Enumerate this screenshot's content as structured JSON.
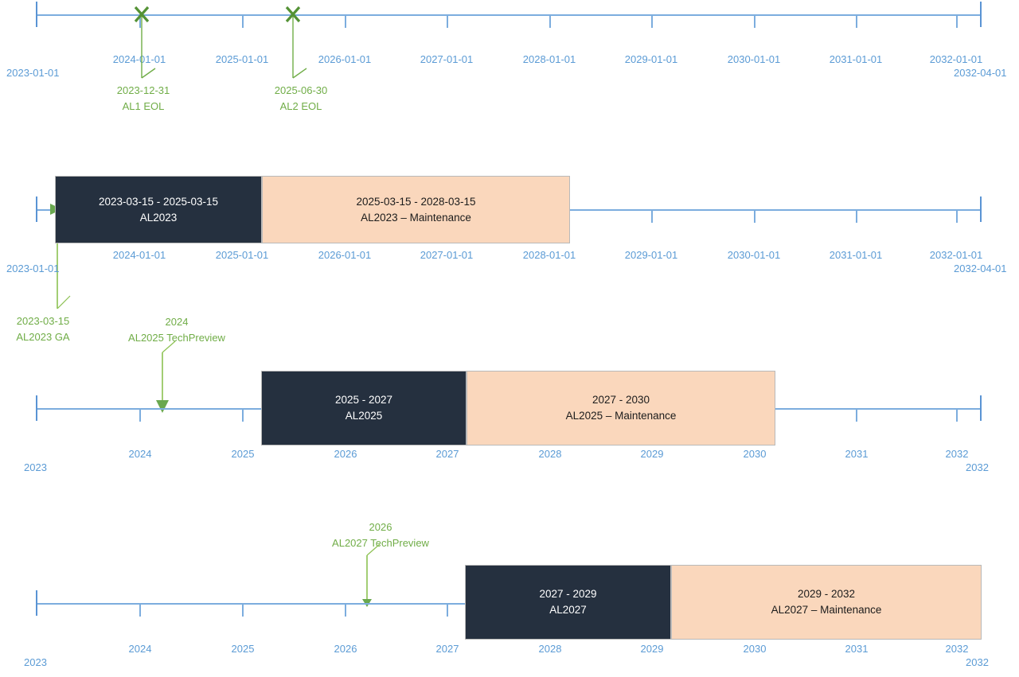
{
  "chart_data": {
    "type": "timeline",
    "title": "",
    "colors": {
      "axis": "#7cadde",
      "tick_label": "#5b9bd5",
      "active_bar": "#25303f",
      "maintenance_bar": "#fad7bc",
      "marker": "#70ad47",
      "background": "#ffffff"
    },
    "rows": [
      {
        "id": "row-al1-al2-eol",
        "axis_start_label": "2023-01-01",
        "axis_end_label": "2032-04-01",
        "tick_labels": [
          "2024-01-01",
          "2025-01-01",
          "2026-01-01",
          "2027-01-01",
          "2028-01-01",
          "2029-01-01",
          "2030-01-01",
          "2031-01-01",
          "2032-01-01"
        ],
        "bars": [],
        "markers": [
          {
            "glyph": "x",
            "date": "2023-12-31",
            "label": "AL1 EOL"
          },
          {
            "glyph": "x",
            "date": "2025-06-30",
            "label": "AL2 EOL"
          }
        ]
      },
      {
        "id": "row-al2023",
        "axis_start_label": "2023-01-01",
        "axis_end_label": "2032-04-01",
        "tick_labels": [
          "2024-01-01",
          "2025-01-01",
          "2026-01-01",
          "2027-01-01",
          "2028-01-01",
          "2029-01-01",
          "2030-01-01",
          "2031-01-01",
          "2032-01-01"
        ],
        "bars": [
          {
            "kind": "active",
            "range": "2023-03-15 - 2025-03-15",
            "label": "AL2023"
          },
          {
            "kind": "maintenance",
            "range": "2025-03-15 - 2028-03-15",
            "label": "AL2023 – Maintenance"
          }
        ],
        "markers": [
          {
            "glyph": "arrow-right",
            "date": "2023-03-15",
            "label": "AL2023 GA"
          }
        ]
      },
      {
        "id": "row-al2025",
        "axis_start_label": "2023",
        "axis_end_label": "2032",
        "tick_labels": [
          "2024",
          "2025",
          "2026",
          "2027",
          "2028",
          "2029",
          "2030",
          "2031",
          "2032"
        ],
        "bars": [
          {
            "kind": "active",
            "range": "2025 - 2027",
            "label": "AL2025"
          },
          {
            "kind": "maintenance",
            "range": "2027 - 2030",
            "label": "AL2025 – Maintenance"
          }
        ],
        "markers": [
          {
            "glyph": "arrow-down",
            "date": "2024",
            "label": "AL2025 TechPreview"
          }
        ]
      },
      {
        "id": "row-al2027",
        "axis_start_label": "2023",
        "axis_end_label": "2032",
        "tick_labels": [
          "2024",
          "2025",
          "2026",
          "2027",
          "2028",
          "2029",
          "2030",
          "2031",
          "2032"
        ],
        "bars": [
          {
            "kind": "active",
            "range": "2027 - 2029",
            "label": "AL2027"
          },
          {
            "kind": "maintenance",
            "range": "2029 - 2032",
            "label": "AL2027 – Maintenance"
          }
        ],
        "markers": [
          {
            "glyph": "arrow-down",
            "date": "2026",
            "label": "AL2027 TechPreview"
          }
        ]
      }
    ]
  },
  "row1": {
    "start_label": "2023-01-01",
    "end_label": "2032-04-01",
    "ticks": [
      "2024-01-01",
      "2025-01-01",
      "2026-01-01",
      "2027-01-01",
      "2028-01-01",
      "2029-01-01",
      "2030-01-01",
      "2031-01-01",
      "2032-01-01"
    ],
    "marker_a": {
      "date": "2023-12-31",
      "label": "AL1 EOL"
    },
    "marker_b": {
      "date": "2025-06-30",
      "label": "AL2 EOL"
    }
  },
  "row2": {
    "start_label": "2023-01-01",
    "end_label": "2032-04-01",
    "ticks": [
      "2024-01-01",
      "2025-01-01",
      "2026-01-01",
      "2027-01-01",
      "2028-01-01",
      "2029-01-01",
      "2030-01-01",
      "2031-01-01",
      "2032-01-01"
    ],
    "bar_active": {
      "range": "2023-03-15 - 2025-03-15",
      "label": "AL2023"
    },
    "bar_maint": {
      "range": "2025-03-15 - 2028-03-15",
      "label": "AL2023 – Maintenance"
    },
    "marker_ga": {
      "date": "2023-03-15",
      "label": "AL2023 GA"
    }
  },
  "row3": {
    "start_label": "2023",
    "end_label": "2032",
    "ticks": [
      "2024",
      "2025",
      "2026",
      "2027",
      "2028",
      "2029",
      "2030",
      "2031",
      "2032"
    ],
    "bar_active": {
      "range": "2025 - 2027",
      "label": "AL2025"
    },
    "bar_maint": {
      "range": "2027 - 2030",
      "label": "AL2025 – Maintenance"
    },
    "marker_tp": {
      "date": "2024",
      "label": "AL2025 TechPreview"
    }
  },
  "row4": {
    "start_label": "2023",
    "end_label": "2032",
    "ticks": [
      "2024",
      "2025",
      "2026",
      "2027",
      "2028",
      "2029",
      "2030",
      "2031",
      "2032"
    ],
    "bar_active": {
      "range": "2027 - 2029",
      "label": "AL2027"
    },
    "bar_maint": {
      "range": "2029 - 2032",
      "label": "AL2027 – Maintenance"
    },
    "marker_tp": {
      "date": "2026",
      "label": "AL2027 TechPreview"
    }
  }
}
